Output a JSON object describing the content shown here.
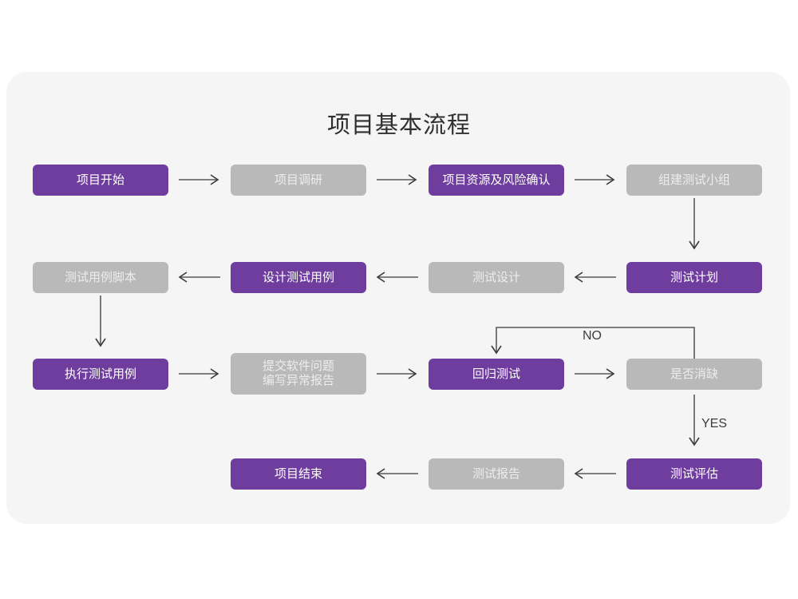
{
  "title": "项目基本流程",
  "colors": {
    "purple": "#6e3d9e",
    "gray": "#b9b9b9",
    "card_bg": "#f5f5f5",
    "page_bg": "#ffffff",
    "arrow": "#5a5a5a",
    "title_text": "#2f2f2f"
  },
  "nodes": [
    {
      "id": "n1",
      "label": "项目开始",
      "style": "purple",
      "row": 1,
      "col": 1
    },
    {
      "id": "n2",
      "label": "项目调研",
      "style": "gray",
      "row": 1,
      "col": 2
    },
    {
      "id": "n3",
      "label": "项目资源及风险确认",
      "style": "purple",
      "row": 1,
      "col": 3
    },
    {
      "id": "n4",
      "label": "组建测试小组",
      "style": "gray",
      "row": 1,
      "col": 4
    },
    {
      "id": "n5",
      "label": "测试用例脚本",
      "style": "gray",
      "row": 2,
      "col": 1
    },
    {
      "id": "n6",
      "label": "设计测试用例",
      "style": "purple",
      "row": 2,
      "col": 2
    },
    {
      "id": "n7",
      "label": "测试设计",
      "style": "gray",
      "row": 2,
      "col": 3
    },
    {
      "id": "n8",
      "label": "测试计划",
      "style": "purple",
      "row": 2,
      "col": 4
    },
    {
      "id": "n9",
      "label": "执行测试用例",
      "style": "purple",
      "row": 3,
      "col": 1
    },
    {
      "id": "n10",
      "label": "提交软件问题\n编写异常报告",
      "style": "gray",
      "row": 3,
      "col": 2
    },
    {
      "id": "n11",
      "label": "回归测试",
      "style": "purple",
      "row": 3,
      "col": 3
    },
    {
      "id": "n12",
      "label": "是否消缺",
      "style": "gray",
      "row": 3,
      "col": 4
    },
    {
      "id": "n13",
      "label": "项目结束",
      "style": "purple",
      "row": 4,
      "col": 2
    },
    {
      "id": "n14",
      "label": "测试报告",
      "style": "gray",
      "row": 4,
      "col": 3
    },
    {
      "id": "n15",
      "label": "测试评估",
      "style": "purple",
      "row": 4,
      "col": 4
    }
  ],
  "edge_labels": {
    "no": "NO",
    "yes": "YES"
  },
  "edges": [
    {
      "from": "n1",
      "to": "n2",
      "dir": "right"
    },
    {
      "from": "n2",
      "to": "n3",
      "dir": "right"
    },
    {
      "from": "n3",
      "to": "n4",
      "dir": "right"
    },
    {
      "from": "n4",
      "to": "n8",
      "dir": "down"
    },
    {
      "from": "n8",
      "to": "n7",
      "dir": "left"
    },
    {
      "from": "n7",
      "to": "n6",
      "dir": "left"
    },
    {
      "from": "n6",
      "to": "n5",
      "dir": "left"
    },
    {
      "from": "n5",
      "to": "n9",
      "dir": "down"
    },
    {
      "from": "n9",
      "to": "n10",
      "dir": "right"
    },
    {
      "from": "n10",
      "to": "n11",
      "dir": "right"
    },
    {
      "from": "n11",
      "to": "n12",
      "dir": "right"
    },
    {
      "from": "n12",
      "to": "n11",
      "dir": "loop-up",
      "label": "NO"
    },
    {
      "from": "n12",
      "to": "n15",
      "dir": "down",
      "label": "YES"
    },
    {
      "from": "n15",
      "to": "n14",
      "dir": "left"
    },
    {
      "from": "n14",
      "to": "n13",
      "dir": "left"
    }
  ]
}
